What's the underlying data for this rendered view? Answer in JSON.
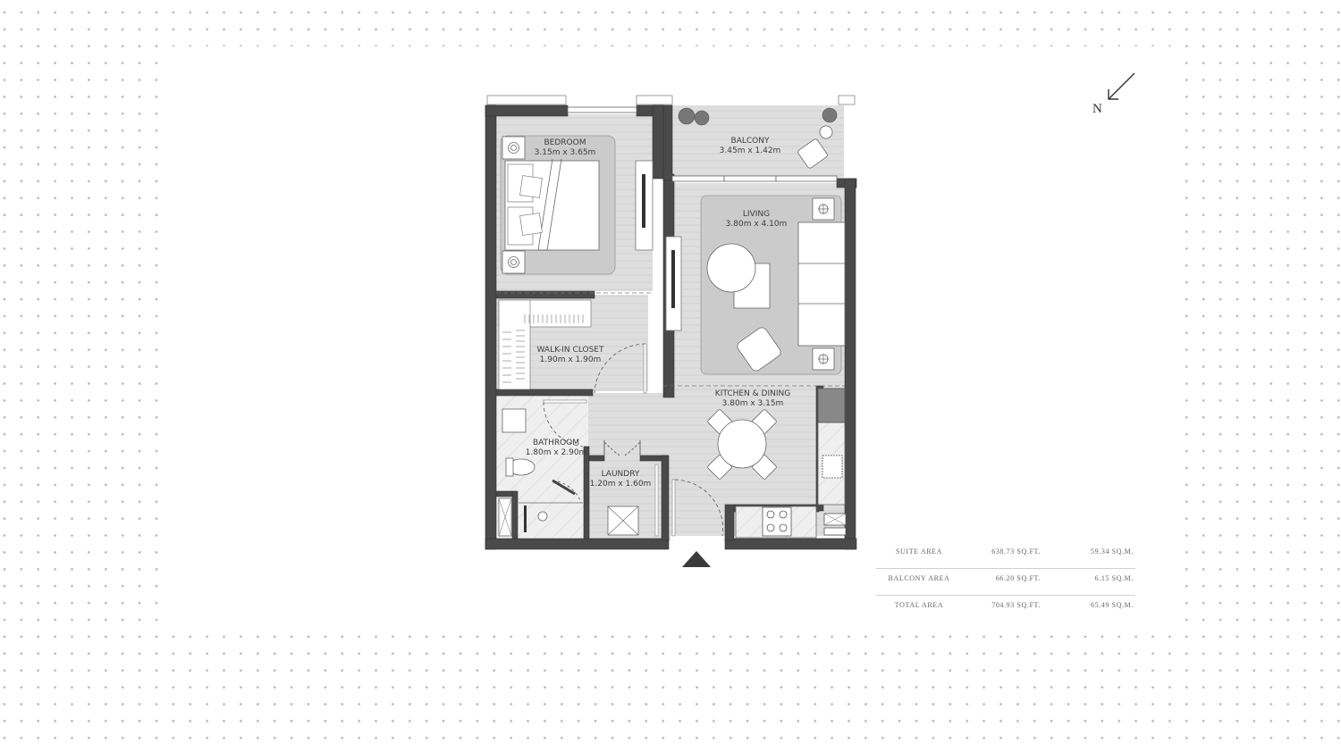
{
  "plan": {
    "rooms": [
      {
        "id": "bedroom",
        "name": "BEDROOM",
        "size": "3.15m x 3.65m"
      },
      {
        "id": "balcony",
        "name": "BALCONY",
        "size": "3.45m x 1.42m"
      },
      {
        "id": "living",
        "name": "LIVING",
        "size": "3.80m x 4.10m"
      },
      {
        "id": "walk-in-closet",
        "name": "WALK-IN CLOSET",
        "size": "1.90m x 1.90m"
      },
      {
        "id": "kitchen-dining",
        "name": "KITCHEN & DINING",
        "size": "3.80m x 3.15m"
      },
      {
        "id": "bathroom",
        "name": "BATHROOM",
        "size": "1.80m x 2.90m"
      },
      {
        "id": "laundry",
        "name": "LAUNDRY",
        "size": "1.20m x 1.60m"
      }
    ],
    "colors": {
      "wall": "#4a4a4a",
      "floor": "#dcdcdc",
      "rug": "#c9c9c9",
      "furniture": "#ffffff",
      "line": "#555555"
    }
  },
  "compass": {
    "label": "N"
  },
  "areas": [
    {
      "label": "SUITE AREA",
      "sqft": "638.73 SQ.FT.",
      "sqm": "59.34 SQ.M."
    },
    {
      "label": "BALCONY AREA",
      "sqft": "66.20 SQ.FT.",
      "sqm": "6.15 SQ.M."
    },
    {
      "label": "TOTAL AREA",
      "sqft": "704.93 SQ.FT.",
      "sqm": "65.49 SQ.M."
    }
  ]
}
